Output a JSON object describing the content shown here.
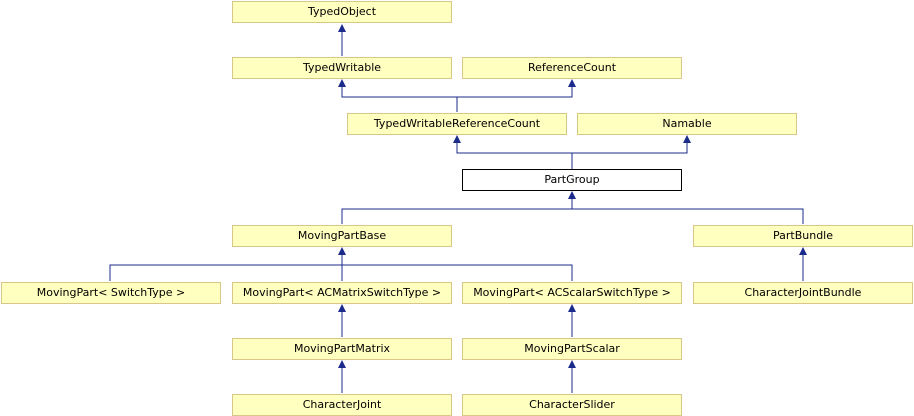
{
  "diagram": {
    "colors": {
      "node_fill": "#ffffc0",
      "node_border": "#d9c788",
      "edge": "#1a2b8c",
      "current_fill": "#ffffff"
    },
    "nodes": {
      "typed_object": "TypedObject",
      "typed_writable": "TypedWritable",
      "reference_count": "ReferenceCount",
      "typed_writable_reference_count": "TypedWritableReferenceCount",
      "namable": "Namable",
      "part_group": "PartGroup",
      "moving_part_base": "MovingPartBase",
      "part_bundle": "PartBundle",
      "moving_part_switch_type": "MovingPart< SwitchType >",
      "moving_part_ac_matrix": "MovingPart< ACMatrixSwitchType >",
      "moving_part_ac_scalar": "MovingPart< ACScalarSwitchType >",
      "character_joint_bundle": "CharacterJointBundle",
      "moving_part_matrix": "MovingPartMatrix",
      "moving_part_scalar": "MovingPartScalar",
      "character_joint": "CharacterJoint",
      "character_slider": "CharacterSlider"
    }
  }
}
